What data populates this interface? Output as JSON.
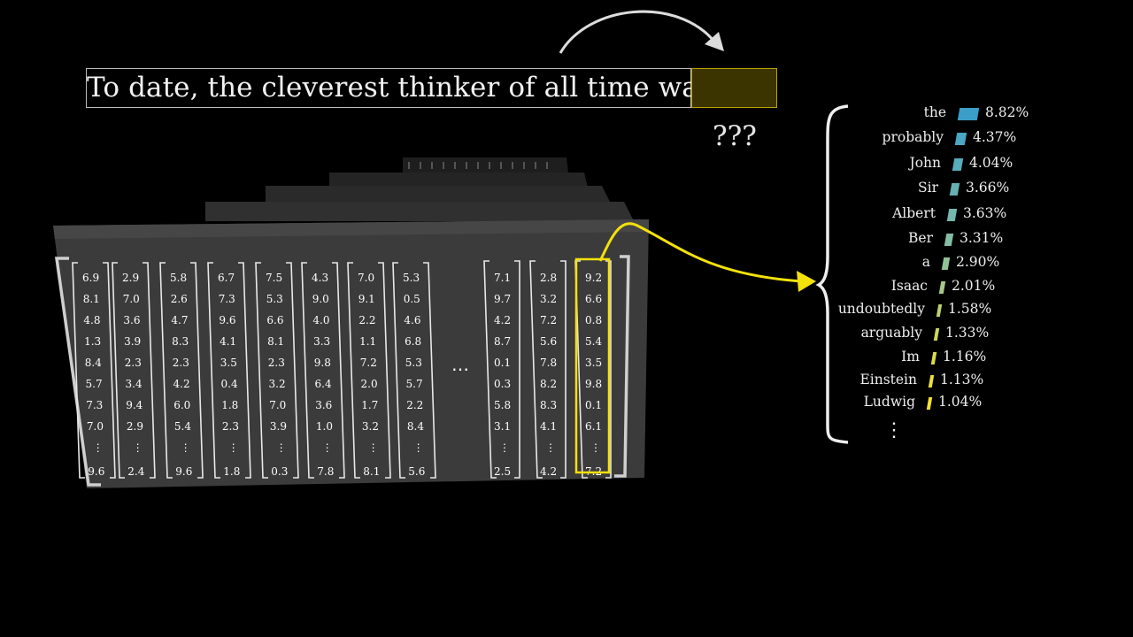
{
  "prompt": {
    "text": "To date, the cleverest thinker of all time was",
    "unknown": "???"
  },
  "matrix": {
    "ellipsis": "⋯",
    "columns": [
      {
        "values": [
          "6.9",
          "8.1",
          "4.8",
          "1.3",
          "8.4",
          "5.7",
          "7.3",
          "7.0",
          "⋮",
          "9.6"
        ]
      },
      {
        "values": [
          "2.9",
          "7.0",
          "3.6",
          "3.9",
          "2.3",
          "3.4",
          "9.4",
          "2.9",
          "⋮",
          "2.4"
        ]
      },
      {
        "values": [
          "5.8",
          "2.6",
          "4.7",
          "8.3",
          "2.3",
          "4.2",
          "6.0",
          "5.4",
          "⋮",
          "9.6"
        ]
      },
      {
        "values": [
          "6.7",
          "7.3",
          "9.6",
          "4.1",
          "3.5",
          "0.4",
          "1.8",
          "2.3",
          "⋮",
          "1.8"
        ]
      },
      {
        "values": [
          "7.5",
          "5.3",
          "6.6",
          "8.1",
          "2.3",
          "3.2",
          "7.0",
          "3.9",
          "⋮",
          "0.3"
        ]
      },
      {
        "values": [
          "4.3",
          "9.0",
          "4.0",
          "3.3",
          "9.8",
          "6.4",
          "3.6",
          "1.0",
          "⋮",
          "7.8"
        ]
      },
      {
        "values": [
          "7.0",
          "9.1",
          "2.2",
          "1.1",
          "7.2",
          "2.0",
          "1.7",
          "3.2",
          "⋮",
          "8.1"
        ]
      },
      {
        "values": [
          "5.3",
          "0.5",
          "4.6",
          "6.8",
          "5.3",
          "5.7",
          "2.2",
          "8.4",
          "⋮",
          "5.6"
        ]
      },
      {
        "values": [
          "7.1",
          "9.7",
          "4.2",
          "8.7",
          "0.1",
          "0.3",
          "5.8",
          "3.1",
          "⋮",
          "2.5"
        ]
      },
      {
        "values": [
          "2.8",
          "3.2",
          "7.2",
          "5.6",
          "7.8",
          "8.2",
          "8.3",
          "4.1",
          "⋮",
          "4.2"
        ]
      },
      {
        "values": [
          "9.2",
          "6.6",
          "0.8",
          "5.4",
          "3.5",
          "9.8",
          "0.1",
          "6.1",
          "⋮",
          "7.2"
        ]
      }
    ]
  },
  "distribution": {
    "more": "⋮",
    "items": [
      {
        "word": "the",
        "pct": "8.82%",
        "value": 8.82,
        "color": "#3a9ec9"
      },
      {
        "word": "probably",
        "pct": "4.37%",
        "value": 4.37,
        "color": "#4aa6c2"
      },
      {
        "word": "John",
        "pct": "4.04%",
        "value": 4.04,
        "color": "#58abbb"
      },
      {
        "word": "Sir",
        "pct": "3.66%",
        "value": 3.66,
        "color": "#66b1b3"
      },
      {
        "word": "Albert",
        "pct": "3.63%",
        "value": 3.63,
        "color": "#74b7ac"
      },
      {
        "word": "Ber",
        "pct": "3.31%",
        "value": 3.31,
        "color": "#83bda3"
      },
      {
        "word": "a",
        "pct": "2.90%",
        "value": 2.9,
        "color": "#92c297"
      },
      {
        "word": "Isaac",
        "pct": "2.01%",
        "value": 2.01,
        "color": "#a6c985"
      },
      {
        "word": "undoubtedly",
        "pct": "1.58%",
        "value": 1.58,
        "color": "#bad072"
      },
      {
        "word": "arguably",
        "pct": "1.33%",
        "value": 1.33,
        "color": "#ccd75e"
      },
      {
        "word": "Im",
        "pct": "1.16%",
        "value": 1.16,
        "color": "#dcdc4a"
      },
      {
        "word": "Einstein",
        "pct": "1.13%",
        "value": 1.13,
        "color": "#e8df3a"
      },
      {
        "word": "Ludwig",
        "pct": "1.04%",
        "value": 1.04,
        "color": "#f2e22e"
      }
    ]
  },
  "colors": {
    "highlight": "#f4e10c",
    "block": "#3a3a3a"
  }
}
